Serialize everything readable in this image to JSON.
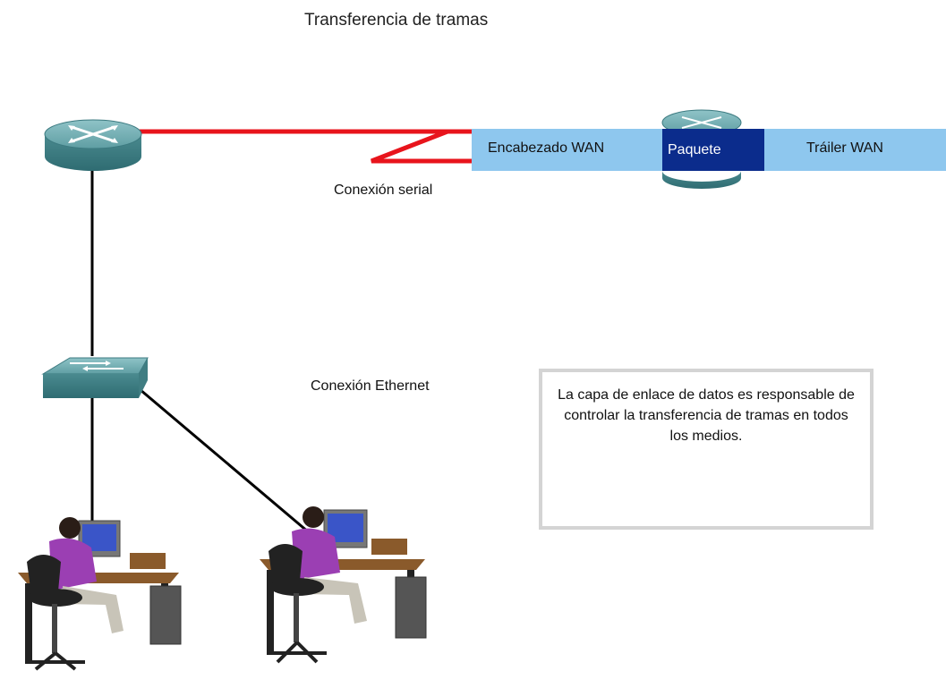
{
  "title": "Transferencia de tramas",
  "labels": {
    "serial": "Conexión serial",
    "ethernet": "Conexión Ethernet"
  },
  "frame": {
    "header": "Encabezado WAN",
    "packet": "Paquete",
    "trailer": "Tráiler WAN"
  },
  "note": "La capa de enlace de datos es responsable de controlar la transferencia de tramas en todos los medios.",
  "colors": {
    "serial_link": "#e8141c",
    "frame_fill": "#8ec7ee",
    "packet_fill": "#0b2c8c",
    "device_teal": "#5f9ea3"
  },
  "icons": [
    "router-icon",
    "switch-icon",
    "computer-user-icon"
  ]
}
